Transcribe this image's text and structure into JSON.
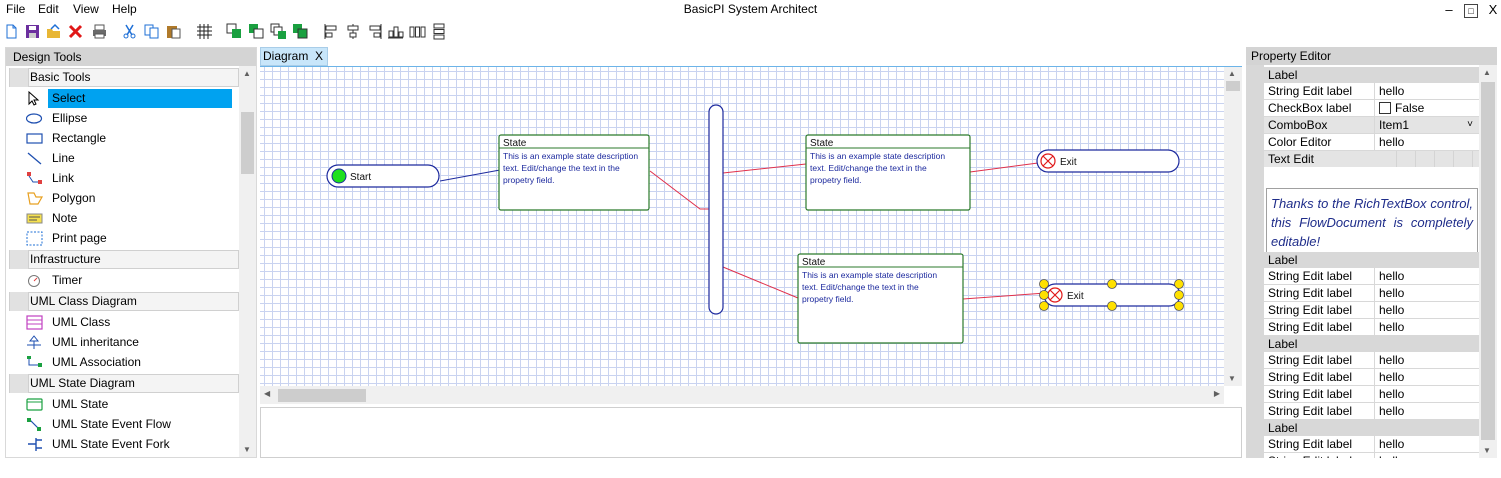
{
  "window": {
    "title": "BasicPI System Architect",
    "min_glyph": "–",
    "max_glyph": "□",
    "close_glyph": "X"
  },
  "menu": [
    "File",
    "Edit",
    "View",
    "Help"
  ],
  "toolbar_icons": [
    "new-icon",
    "save-icon",
    "open-icon",
    "delete-icon",
    "print-icon",
    "cut-icon",
    "copy-icon",
    "paste-icon",
    "grid-icon",
    "bring-front-icon",
    "bring-forward-icon",
    "send-backward-icon",
    "send-back-icon",
    "align-left-icon",
    "align-center-icon",
    "align-right-icon",
    "align-bottom-icon",
    "distribute-horizontal-icon",
    "distribute-vertical-icon"
  ],
  "design_tools": {
    "title": "Design Tools",
    "groups": [
      {
        "label": "Basic Tools",
        "items": [
          {
            "label": "Select",
            "icon": "cursor-icon",
            "selected": true
          },
          {
            "label": "Ellipse",
            "icon": "ellipse-icon"
          },
          {
            "label": "Rectangle",
            "icon": "rectangle-icon"
          },
          {
            "label": "Line",
            "icon": "line-icon"
          },
          {
            "label": "Link",
            "icon": "link-icon"
          },
          {
            "label": "Polygon",
            "icon": "polygon-icon"
          },
          {
            "label": "Note",
            "icon": "note-icon"
          },
          {
            "label": "Print page",
            "icon": "print-page-icon"
          }
        ]
      },
      {
        "label": "Infrastructure",
        "items": [
          {
            "label": "Timer",
            "icon": "timer-icon"
          }
        ]
      },
      {
        "label": "UML Class Diagram",
        "items": [
          {
            "label": "UML Class",
            "icon": "uml-class-icon"
          },
          {
            "label": "UML inheritance",
            "icon": "uml-inheritance-icon"
          },
          {
            "label": "UML Association",
            "icon": "uml-association-icon"
          }
        ]
      },
      {
        "label": "UML State Diagram",
        "items": [
          {
            "label": "UML State",
            "icon": "uml-state-icon"
          },
          {
            "label": "UML State Event Flow",
            "icon": "uml-event-flow-icon"
          },
          {
            "label": "UML State Event Fork",
            "icon": "uml-event-fork-icon"
          }
        ]
      }
    ]
  },
  "diagram": {
    "tab_label": "Diagram",
    "tab_close": "X",
    "start_label": "Start",
    "exit_label": "Exit",
    "state_title": "State",
    "state_desc": [
      "This is an example state description",
      "text. Edit/change the text in the",
      "propetry field."
    ],
    "colors": {
      "start_fill": "#1ee01e",
      "node_border": "#1d2a9e",
      "state_border": "#2b7a2b",
      "flow_line": "#e0304a",
      "start_line": "#1d2a9e",
      "handle_fill": "#ffe100"
    }
  },
  "property_editor": {
    "title": "Property Editor",
    "cat_label": "Label",
    "rows_top": [
      {
        "key": "String Edit label",
        "value": "hello"
      },
      {
        "key": "CheckBox label",
        "value": "False"
      },
      {
        "key": "ComboBox",
        "value": "Item1"
      },
      {
        "key": "Color Editor",
        "value": "hello"
      }
    ],
    "text_edit_label": "Text Edit",
    "rich_text": "Thanks to the RichTextBox control, this FlowDocument is completely editable!",
    "string_label": "String Edit label",
    "string_value": "hello",
    "combo_arrow": "˅"
  }
}
